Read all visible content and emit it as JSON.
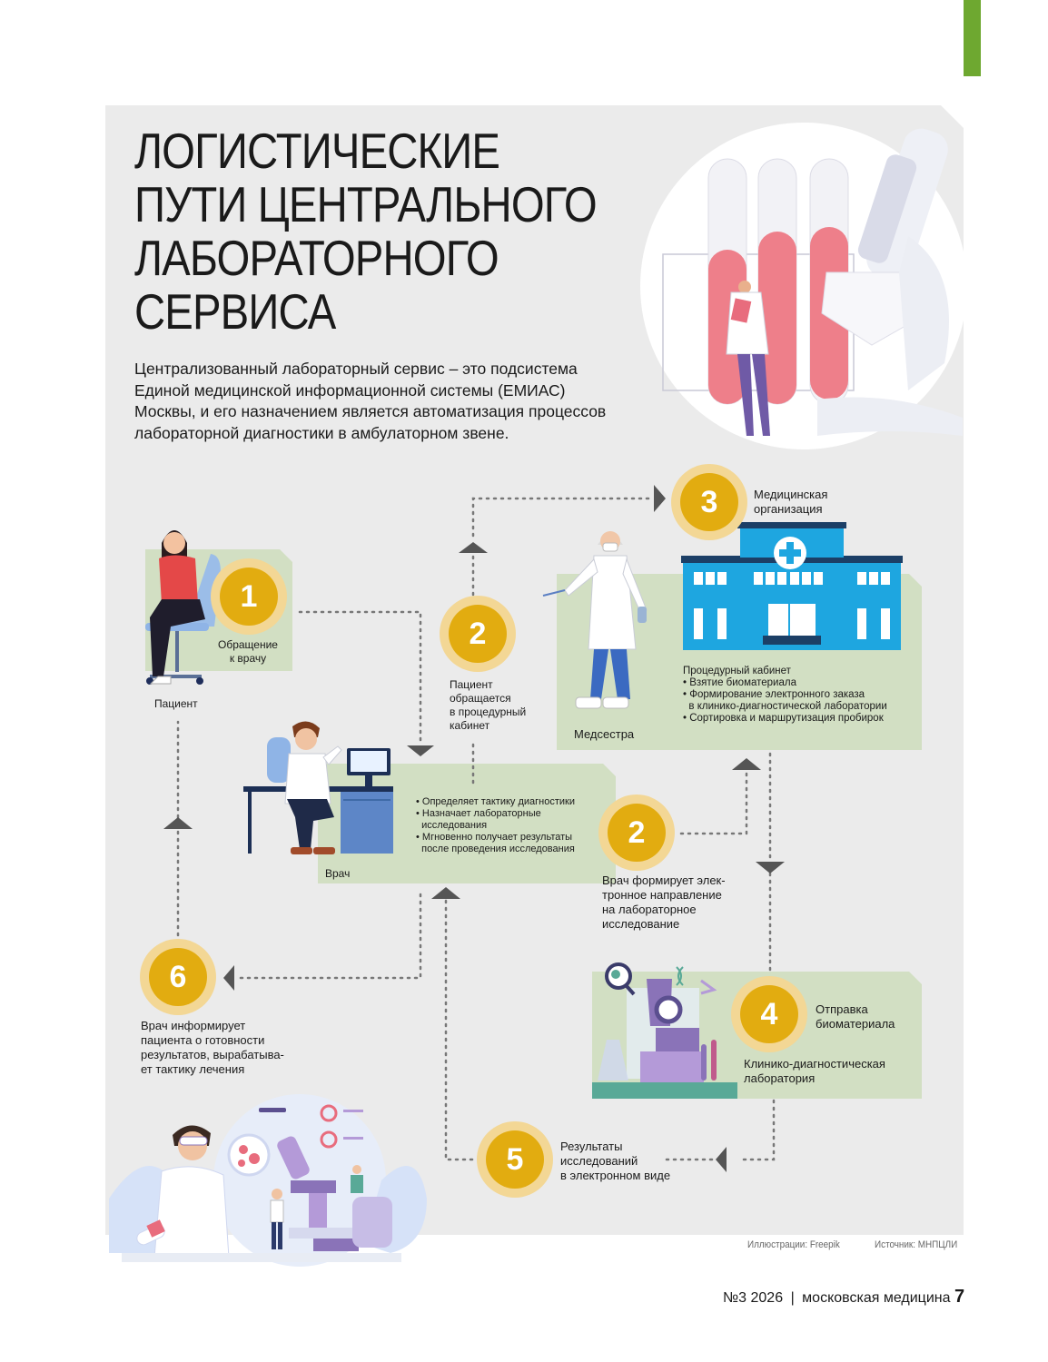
{
  "title_lines": [
    "ЛОГИСТИЧЕСКИЕ",
    "ПУТИ ЦЕНТРАЛЬНОГО",
    "ЛАБОРАТОРНОГО",
    "СЕРВИСА"
  ],
  "intro_lines": [
    "Централизованный лабораторный сервис – это подсистема",
    "Единой медицинской информационной системы (ЕМИАС)",
    "Москвы, и его назначением является автоматизация процессов",
    "лабораторной диагностики в амбулаторном звене."
  ],
  "steps": {
    "s1": {
      "num": "1",
      "label_lines": [
        "Обращение",
        "к врачу"
      ]
    },
    "s2a": {
      "num": "2",
      "label_lines": [
        "Пациент",
        "обращается",
        "в процедурный",
        "кабинет"
      ]
    },
    "s3": {
      "num": "3",
      "label_lines": [
        "Медицинская",
        "организация"
      ]
    },
    "s2b": {
      "num": "2",
      "label_lines": [
        "Врач формирует элек-",
        "тронное направление",
        "на лабораторное",
        "исследование"
      ]
    },
    "s4": {
      "num": "4",
      "label_lines": [
        "Отправка",
        "биоматериала"
      ]
    },
    "s5": {
      "num": "5",
      "label_lines": [
        "Результаты",
        "исследований",
        "в электронном виде"
      ]
    },
    "s6": {
      "num": "6",
      "label_lines": [
        "Врач информирует",
        "пациента о готовности",
        "результатов, вырабатыва-",
        "ет тактику лечения"
      ]
    }
  },
  "roles": {
    "patient": "Пациент",
    "nurse": "Медсестра",
    "doctor": "Врач",
    "lab_lines": [
      "Клинико-диагностическая",
      "лаборатория"
    ]
  },
  "procedure": {
    "heading": "Процедурный кабинет",
    "items": [
      "• Взятие биоматериала",
      "• Формирование электронного заказа",
      "  в клинико-диагностической лаборатории",
      "• Сортировка и маршрутизация пробирок"
    ]
  },
  "doctor_tasks": [
    "• Определяет тактику диагностики",
    "• Назначает лабораторные",
    "  исследования",
    "• Мгновенно получает результаты",
    "  после проведения исследования"
  ],
  "credits": {
    "illustrations": "Иллюстрации: Freepik",
    "source": "Источник: МНПЦЛИ"
  },
  "footer": {
    "issue": "№3 2026",
    "sep": "|",
    "magazine": "московская медицина",
    "page": "7"
  },
  "colors": {
    "accent_green": "#6ea830",
    "panel_bg": "#ebebeb",
    "box_green": "#d2dfc3",
    "circle_gold": "#e2ac10",
    "circle_halo": "#f3d795",
    "building_blue": "#1ea6e0",
    "arrow_gray": "#555555"
  }
}
